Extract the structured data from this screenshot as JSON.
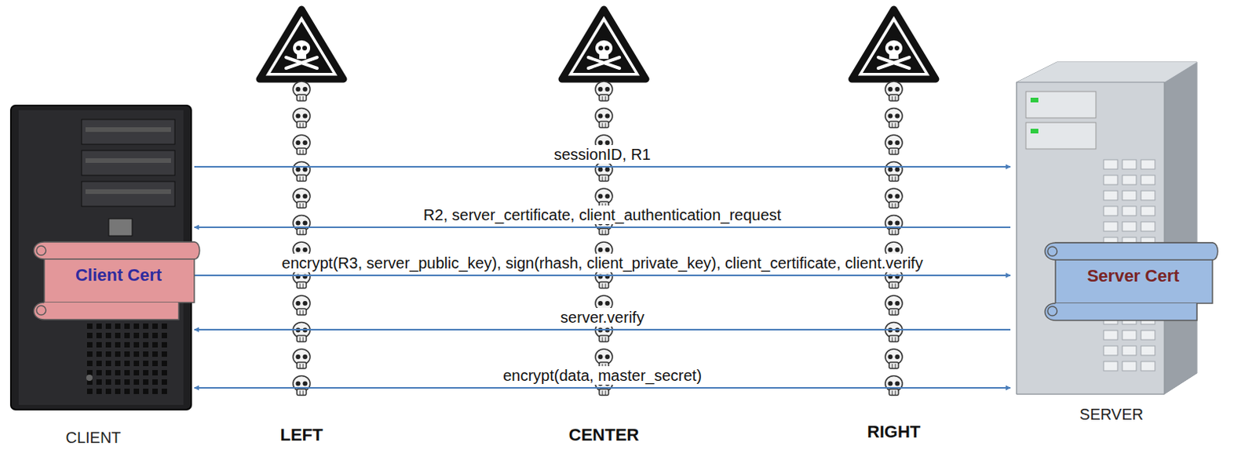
{
  "diagram": {
    "nodes": [
      {
        "text": [
          "CLIENT"
        ]
      },
      {
        "text": [
          "Client Cert"
        ],
        "in": 0
      },
      {
        "text": [
          "SERVER"
        ]
      },
      {
        "text": [
          "Server Cert"
        ],
        "in": 2
      }
    ],
    "edges": [
      {
        "from": 0,
        "to": 2,
        "label": "sessionID, R1",
        "arrow": "to"
      },
      {
        "from": 2,
        "to": 0,
        "label": "R2, server_certificate, client_authentication_request",
        "arrow": "to"
      },
      {
        "from": 0,
        "to": 2,
        "label": "encrypt(R3, server_public_key), sign(rhash, client_private_key), client_certificate, client.verify",
        "arrow": "to"
      },
      {
        "from": 2,
        "to": 0,
        "label": "server.verify",
        "arrow": "to"
      },
      {
        "from": 0,
        "to": 2,
        "label": "encrypt(data, master_secret)",
        "arrow": "both"
      }
    ],
    "labels": [
      "LEFT",
      "CENTER",
      "RIGHT"
    ]
  }
}
